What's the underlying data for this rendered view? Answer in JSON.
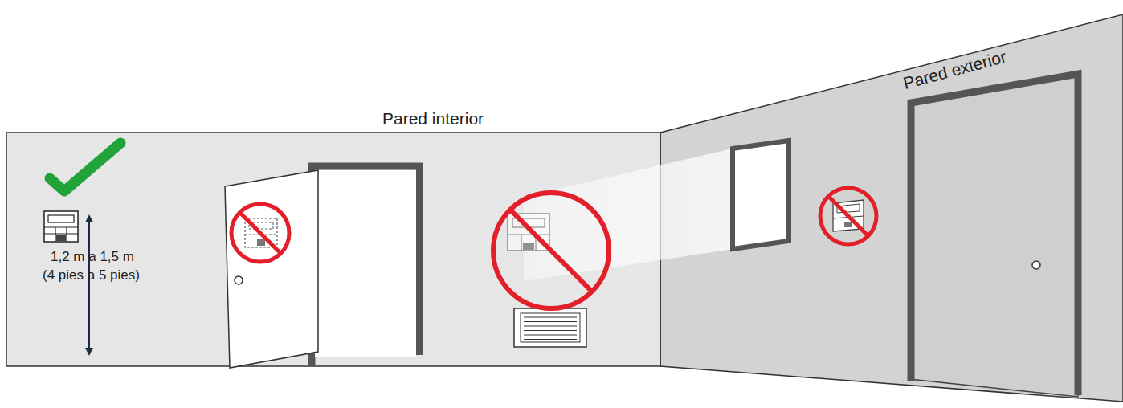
{
  "diagram": {
    "labels": [
      "Pared interior",
      "Pared exterior",
      "1,2 m a 1,5 m",
      "(4 pies a 5 pies)"
    ]
  }
}
